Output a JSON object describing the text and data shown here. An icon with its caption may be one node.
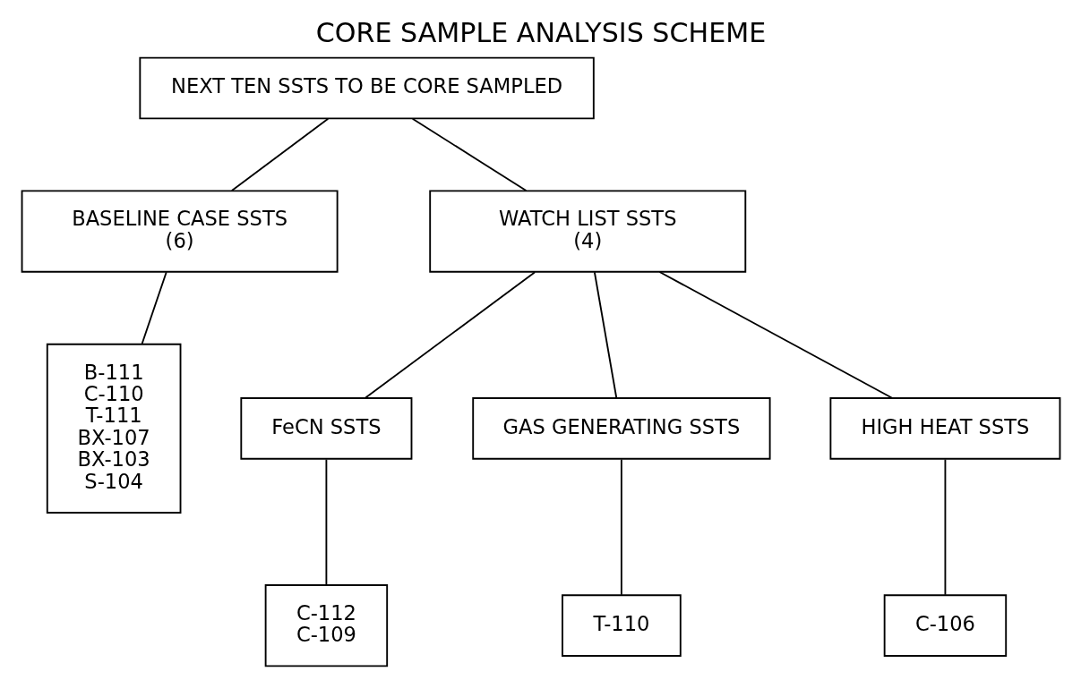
{
  "diagram": {
    "title": "CORE SAMPLE ANALYSIS SCHEME",
    "nodes": [
      {
        "text": [
          "NEXT TEN SSTS TO BE CORE SAMPLED"
        ]
      },
      {
        "text": [
          "BASELINE CASE SSTS",
          "(6)"
        ]
      },
      {
        "text": [
          "B-111",
          "C-110",
          "T-111",
          "BX-107",
          "BX-103",
          "S-104"
        ]
      },
      {
        "text": [
          "WATCH LIST SSTS",
          "(4)"
        ]
      },
      {
        "text": [
          "FeCN SSTS"
        ]
      },
      {
        "text": [
          "GAS GENERATING SSTS"
        ]
      },
      {
        "text": [
          "HIGH HEAT SSTS"
        ]
      },
      {
        "text": [
          "C-112",
          "C-109"
        ]
      },
      {
        "text": [
          "T-110"
        ]
      },
      {
        "text": [
          "C-106"
        ]
      }
    ],
    "edges": [
      {
        "from": 0,
        "to": 1,
        "arrow": "none"
      },
      {
        "from": 0,
        "to": 3,
        "arrow": "none"
      },
      {
        "from": 1,
        "to": 2,
        "arrow": "none"
      },
      {
        "from": 3,
        "to": 4,
        "arrow": "none"
      },
      {
        "from": 3,
        "to": 5,
        "arrow": "none"
      },
      {
        "from": 3,
        "to": 6,
        "arrow": "none"
      },
      {
        "from": 4,
        "to": 7,
        "arrow": "none"
      },
      {
        "from": 5,
        "to": 8,
        "arrow": "none"
      },
      {
        "from": 6,
        "to": 9,
        "arrow": "none"
      }
    ]
  }
}
